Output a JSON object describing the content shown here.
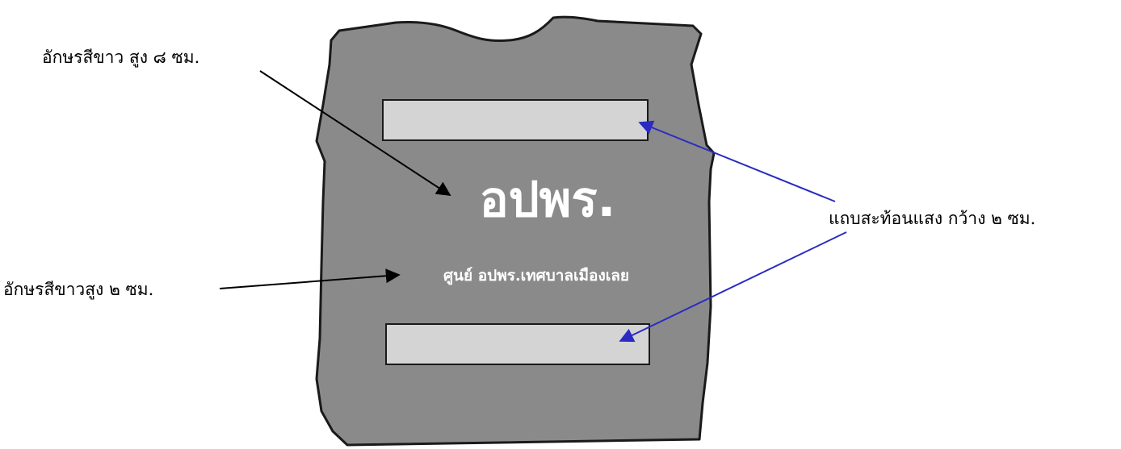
{
  "labels": {
    "large_letters": "อักษรสีขาว สูง ๘ ซม.",
    "small_letters": "อักษรสีขาวสูง ๒ ซม.",
    "reflective_strip": "แถบสะท้อนแสง กว้าง ๒ ซม."
  },
  "vest": {
    "main_text": "อปพร.",
    "sub_text": "ศูนย์ อปพร.เทศบาลเมืองเลย"
  },
  "colors": {
    "vest_fill": "#8a8a8a",
    "vest_outline": "#1a1a1a",
    "strip_fill": "#d4d4d4",
    "black_arrow": "#000000",
    "blue_arrow": "#2b2bc4"
  }
}
